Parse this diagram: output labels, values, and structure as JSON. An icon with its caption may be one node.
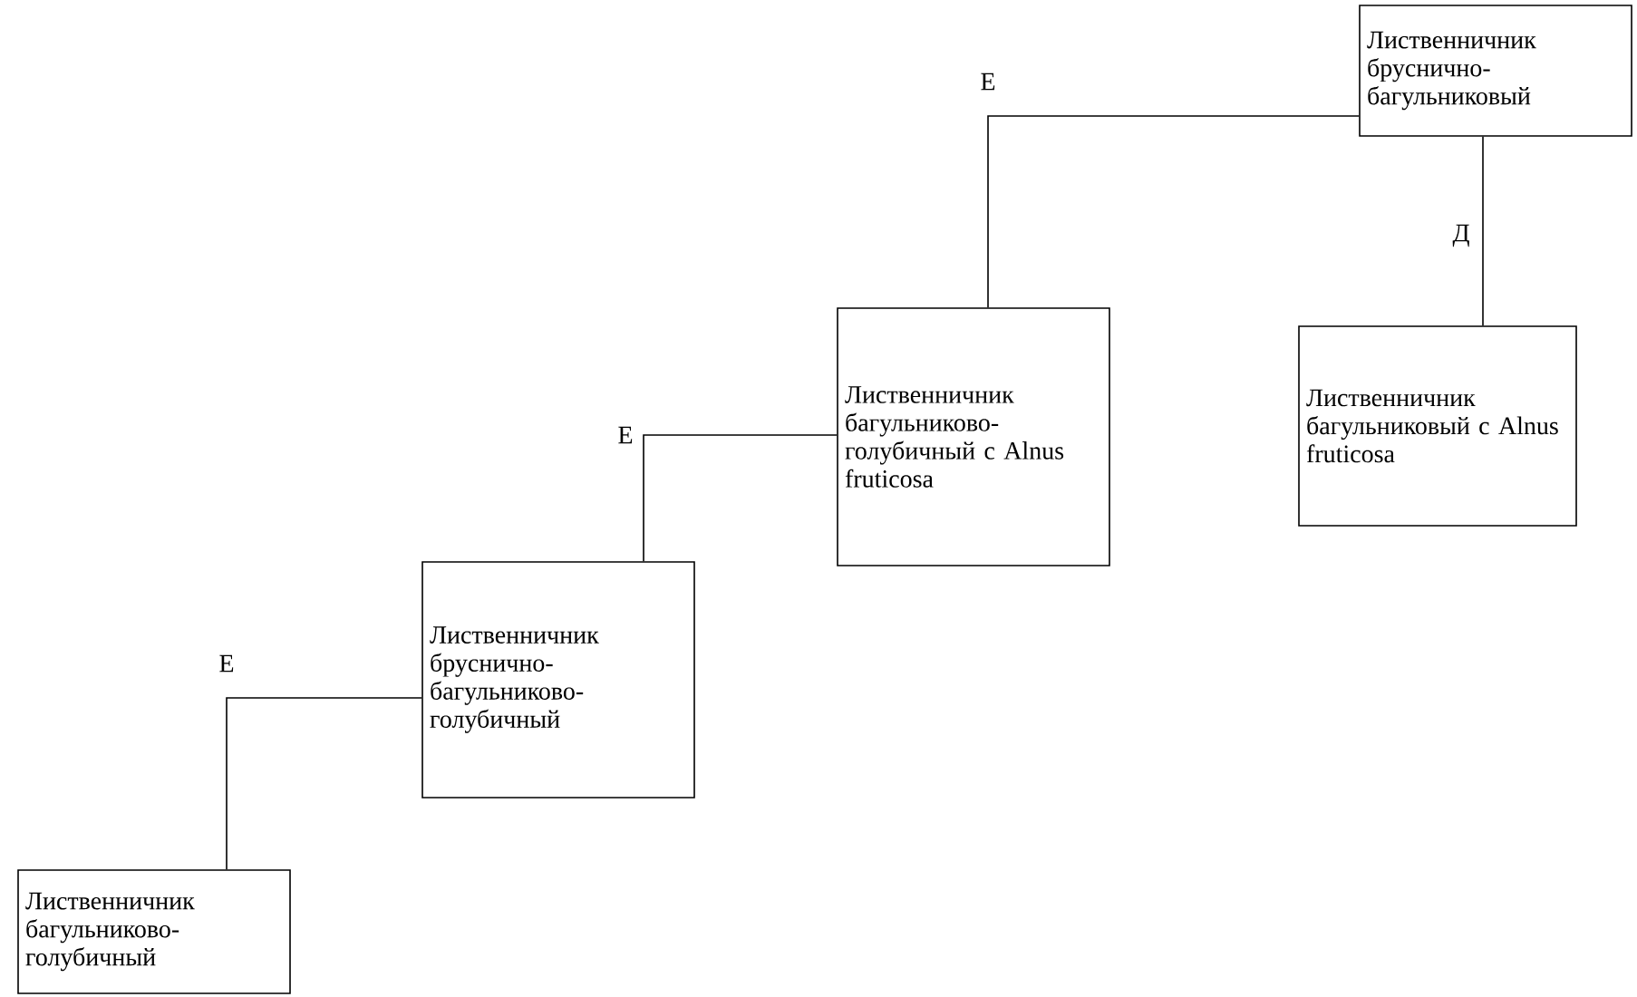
{
  "diagram": {
    "nodes": [
      {
        "text": [
          "Лиственничник бруснично-багульниковый"
        ]
      },
      {
        "text": [
          "Лиственничник багульниковый с Alnus fruticosa"
        ]
      },
      {
        "text": [
          "Лиственничник багульниково-голубичный с Alnus fruticosa"
        ]
      },
      {
        "text": [
          "Лиственничник бруснично-багульниково-голубичный"
        ]
      },
      {
        "text": [
          "Лиственничник багульниково-голубичный"
        ]
      }
    ],
    "edges": [
      {
        "from": 0,
        "to": 2,
        "arrow": "none",
        "label": "Е"
      },
      {
        "from": 0,
        "to": 1,
        "arrow": "none",
        "label": "Д"
      },
      {
        "from": 2,
        "to": 3,
        "arrow": "none",
        "label": "Е"
      },
      {
        "from": 3,
        "to": 4,
        "arrow": "none",
        "label": "Е"
      }
    ]
  }
}
